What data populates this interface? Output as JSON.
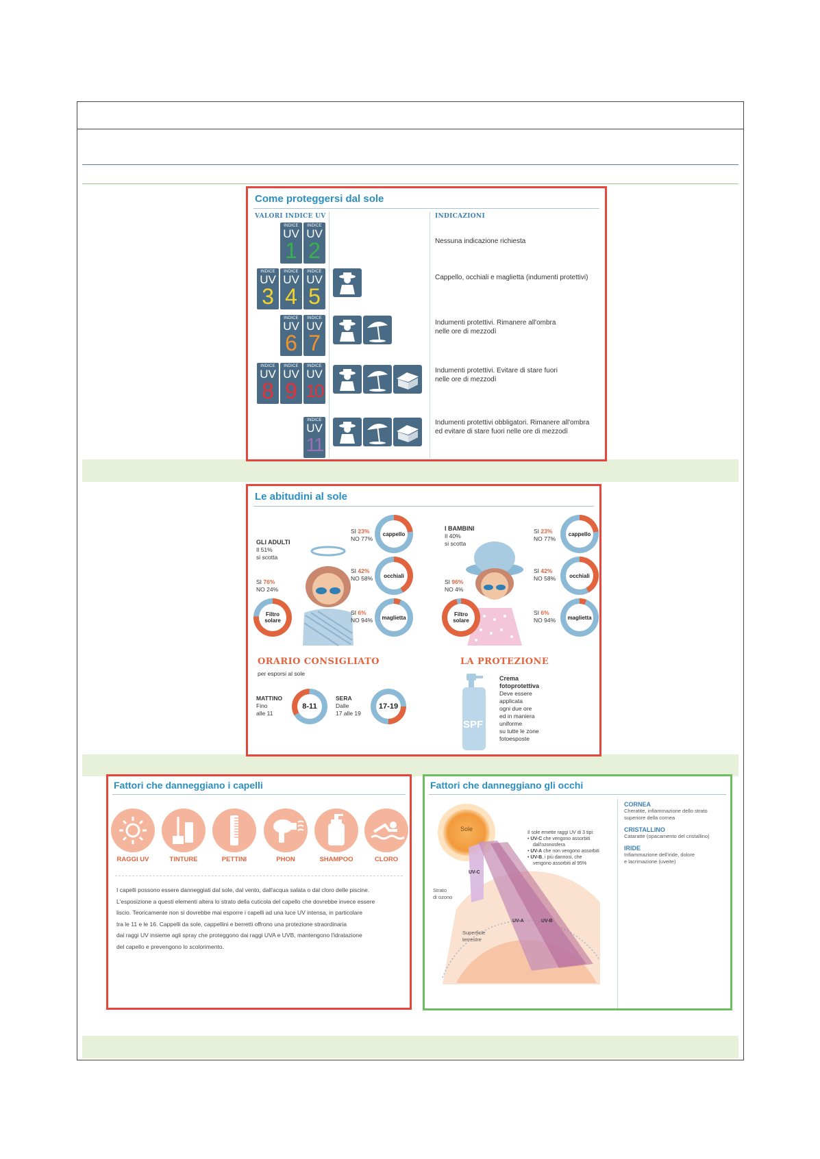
{
  "uv_panel": {
    "title": "Come proteggersi dal sole",
    "col_left": "VALORI INDICE UV",
    "col_right": "INDICAZIONI",
    "index_word": "INDICE",
    "uv_word": "UV",
    "rows": [
      {
        "numbers": [
          "1",
          "2"
        ],
        "colors": [
          "#39b04a",
          "#39b04a"
        ],
        "text_lines": [
          "Nessuna indicazione richiesta"
        ]
      },
      {
        "numbers": [
          "3",
          "4",
          "5"
        ],
        "colors": [
          "#f2d22e",
          "#f2d22e",
          "#f2d22e"
        ],
        "text_lines": [
          "Cappello, occhiali e maglietta (indumenti protettivi)"
        ]
      },
      {
        "numbers": [
          "6",
          "7"
        ],
        "colors": [
          "#f0922d",
          "#f0922d"
        ],
        "text_lines": [
          "Indumenti protettivi. Rimanere all'ombra",
          "nelle ore di mezzodì"
        ]
      },
      {
        "numbers": [
          "8",
          "9",
          "10"
        ],
        "colors": [
          "#e3323a",
          "#e3323a",
          "#e3323a"
        ],
        "text_lines": [
          "Indumenti protettivi. Evitare di stare fuori",
          "nelle ore di mezzodì"
        ]
      },
      {
        "numbers": [
          "11"
        ],
        "colors": [
          "#9b6fb5"
        ],
        "text_lines": [
          "Indumenti protettivi obbligatori. Rimanere all'ombra",
          "ed evitare di stare fuori nelle ore di mezzodì"
        ]
      }
    ],
    "icons": [
      "person-with-hat-icon",
      "umbrella-icon",
      "house-icon"
    ]
  },
  "habits_panel": {
    "title": "Le abitudini al sole",
    "adults": {
      "heading": "GLI ADULTI",
      "line1": "Il 51%",
      "line2": "si scotta",
      "cappello": {
        "si": "23%",
        "no": "77%"
      },
      "occhiali": {
        "si": "42%",
        "no": "58%"
      },
      "maglietta": {
        "si": "6%",
        "no": "94%"
      },
      "filtro": {
        "si": "76%",
        "no": "24%"
      }
    },
    "children": {
      "heading": "I BAMBINI",
      "line1": "Il 40%",
      "line2": "si scotta",
      "cappello": {
        "si": "23%",
        "no": "77%"
      },
      "occhiali": {
        "si": "42%",
        "no": "58%"
      },
      "maglietta": {
        "si": "6%",
        "no": "94%"
      },
      "filtro": {
        "si": "96%",
        "no": "4%"
      }
    },
    "labels": {
      "si": "SI",
      "no": "NO",
      "cappello": "cappello",
      "occhiali": "occhiali",
      "maglietta": "maglietta",
      "filtro_1": "Filtro",
      "filtro_2": "solare"
    },
    "orario": {
      "heading": "ORARIO CONSIGLIATO",
      "sub": "per esporsi al sole",
      "mattino_h": "MATTINO",
      "mattino_1": "Fino",
      "mattino_2": "alle 11",
      "mattino_range": "8-11",
      "sera_h": "SERA",
      "sera_1": "Dalle",
      "sera_2": "17 alle 19",
      "sera_range": "17-19"
    },
    "protezione": {
      "heading": "LA PROTEZIONE",
      "title_1": "Crema",
      "title_2": "fotoprotettiva",
      "lines": [
        "Deve essere",
        "applicata",
        "ogni due ore",
        "ed in maniera",
        "uniforme",
        "su tutte le zone",
        "fotoesposte"
      ],
      "spf": "SPF"
    }
  },
  "hair_panel": {
    "title": "Fattori che danneggiano i capelli",
    "factors": [
      {
        "label": "RAGGI UV",
        "icon": "sun-icon"
      },
      {
        "label": "TINTURE",
        "icon": "dye-icon"
      },
      {
        "label": "PETTINI",
        "icon": "comb-icon"
      },
      {
        "label": "PHON",
        "icon": "hairdryer-icon"
      },
      {
        "label": "SHAMPOO",
        "icon": "shampoo-bottle-icon"
      },
      {
        "label": "CLORO",
        "icon": "swimmer-icon"
      }
    ],
    "paragraph_lines": [
      "I capelli possono essere danneggiati dal sole, dal vento, dall'acqua salata o dal cloro delle piscine.",
      "L'esposizione a questi elementi altera lo strato della cuticola del capello che dovrebbe invece essere",
      "liscio. Teoricamente non si dovrebbe mai esporre i capelli ad una luce UV intensa, in particolare",
      "tra le 11 e le 16. Cappelli da sole, cappellini e berretti offrono una protezione straordinaria",
      "dai raggi UV insieme agli spray che proteggono dai raggi UVA e UVB, mantengono l'idratazione",
      "del capello e prevengono lo scolorimento."
    ]
  },
  "eyes_panel": {
    "title": "Fattori che danneggiano gli occhi",
    "sun_label": "Sole",
    "intro": "Il sole emette raggi UV di 3 tipi:",
    "bullets": [
      {
        "key": "UV-C",
        "text_1": "che vengono assorbiti",
        "text_2": "dall'ozonosfera"
      },
      {
        "key": "UV-A",
        "text_1": "che non vengono assorbiti",
        "text_2": ""
      },
      {
        "key": "UV-B",
        "text_1": ", i più dannosi, che",
        "text_2": "vengono assorbiti al 95%"
      }
    ],
    "uvc": "UV-C",
    "uva": "UV-A",
    "uvb": "UV-B",
    "ozono_1": "Strato",
    "ozono_2": "di ozono",
    "terra_1": "Superficie",
    "terra_2": "terrestre",
    "parts": [
      {
        "name": "CORNEA",
        "lines": [
          "Cheratite, infiammazione dello strato",
          "superiore della cornea"
        ]
      },
      {
        "name": "CRISTALLINO",
        "lines": [
          "Cataratte (opacamento del cristallino)"
        ]
      },
      {
        "name": "IRIDE",
        "lines": [
          "Infiammazione dell'iride, dolore",
          "e lacrimazione (uveite)"
        ]
      }
    ]
  }
}
